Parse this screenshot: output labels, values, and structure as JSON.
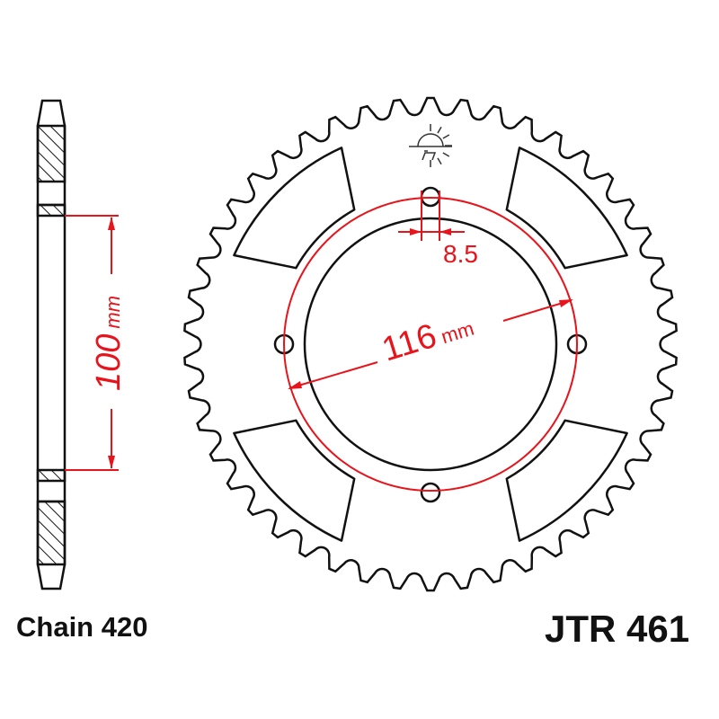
{
  "labels": {
    "chain": "Chain 420",
    "part_number": "JTR 461"
  },
  "dimensions": {
    "center_height": "100",
    "center_height_unit": "mm",
    "pcd": "116",
    "pcd_unit": "mm",
    "bolt_hole": "8.5"
  },
  "colors": {
    "line": "#111111",
    "dimension": "#e8141b"
  },
  "logo": {
    "icon": "rising-sun-logo-icon",
    "text": "JT"
  }
}
